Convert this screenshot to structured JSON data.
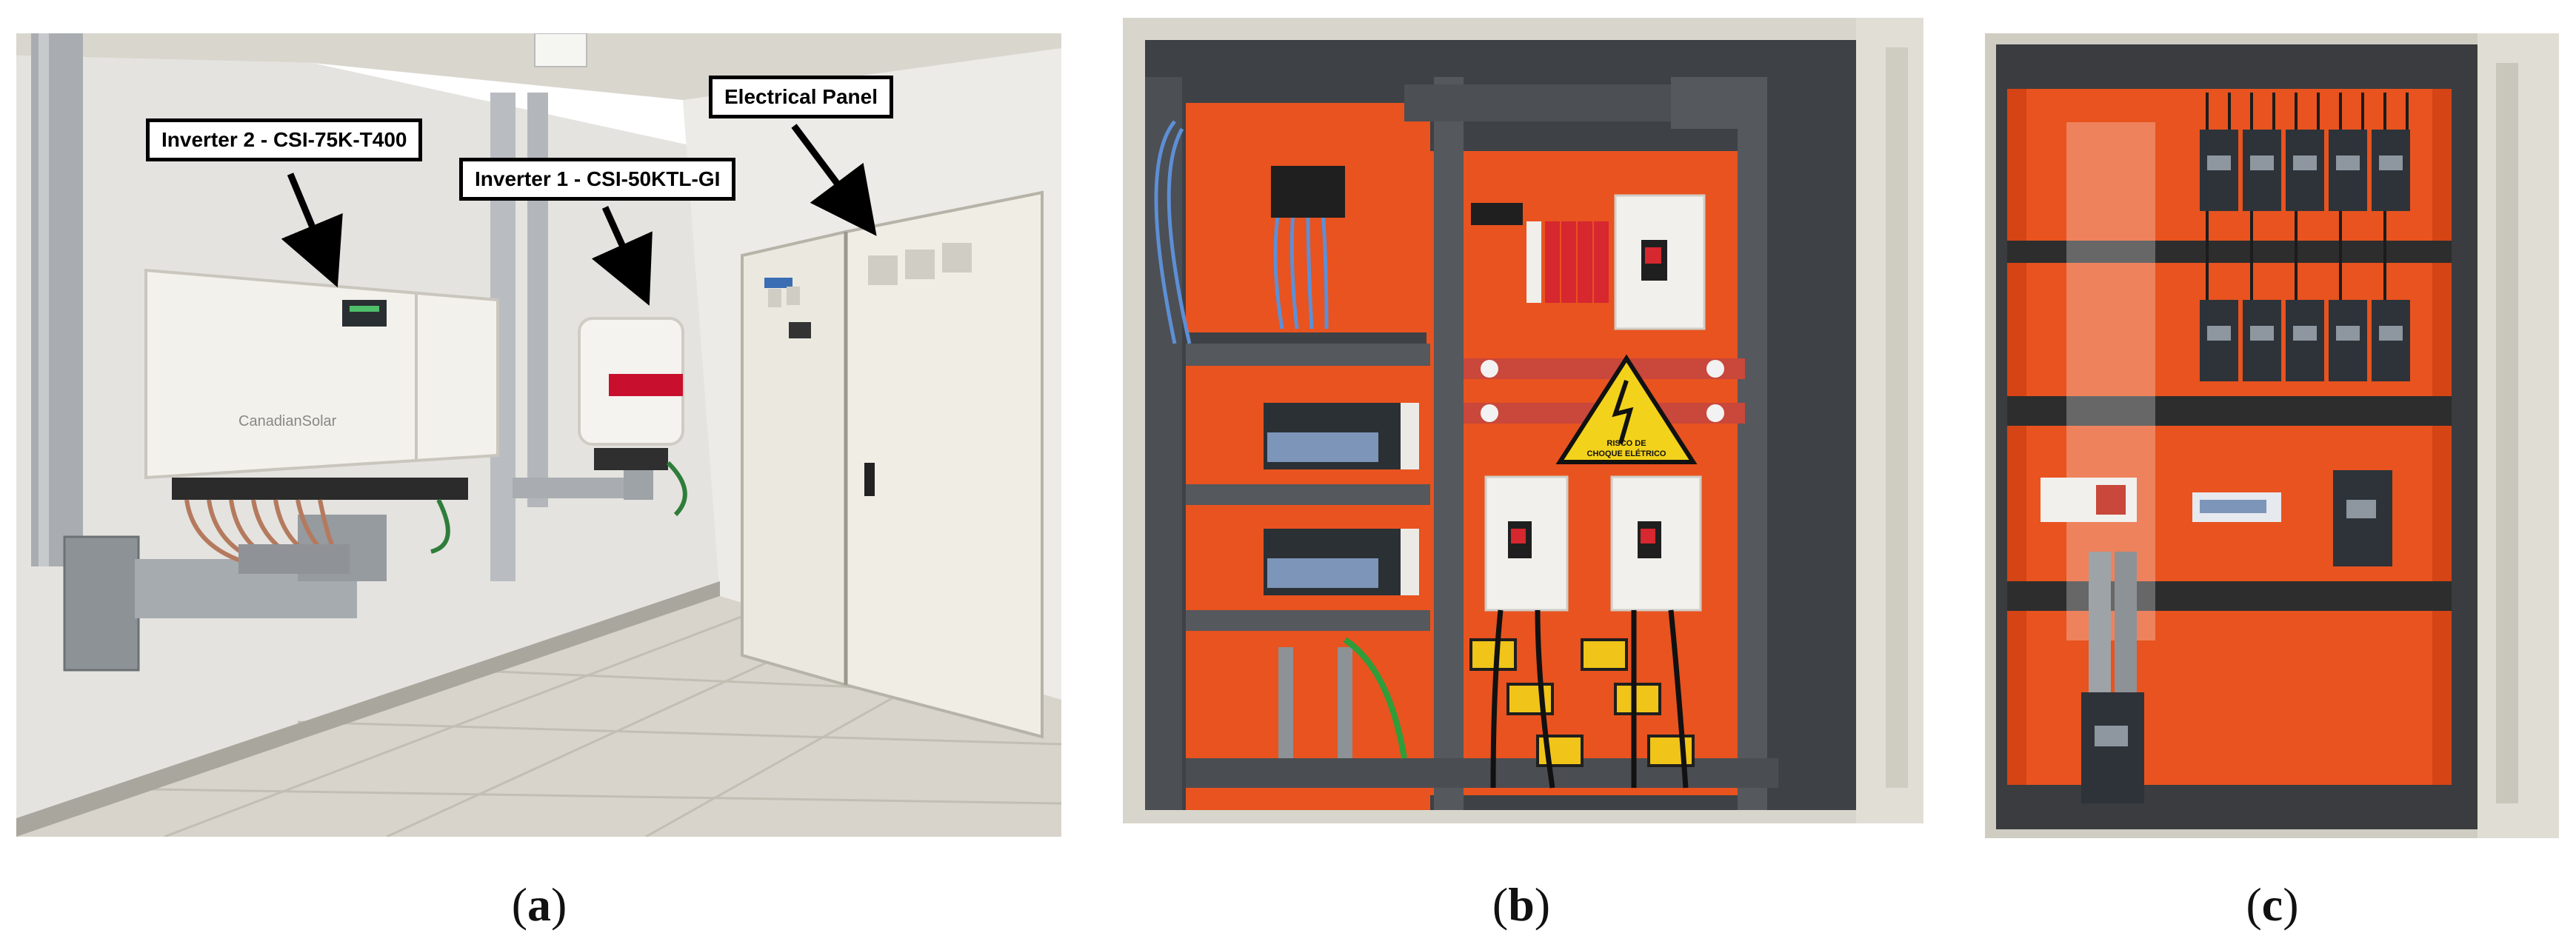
{
  "figure": {
    "panels": [
      {
        "id": "a",
        "caption_open": "(",
        "caption_letter": "a",
        "caption_close": ")",
        "callouts": [
          {
            "label": "Inverter 2 - CSI-75K-T400"
          },
          {
            "label": "Inverter 1 - CSI-50KTL-GI"
          },
          {
            "label": "Electrical Panel"
          }
        ],
        "inverter_brand": "CanadianSolar"
      },
      {
        "id": "b",
        "caption_open": "(",
        "caption_letter": "b",
        "caption_close": ")",
        "warning_sign": {
          "line1": "RISCO DE",
          "line2": "CHOQUE ELÉTRICO"
        }
      },
      {
        "id": "c",
        "caption_open": "(",
        "caption_letter": "c",
        "caption_close": ")"
      }
    ]
  },
  "colors": {
    "panel_orange": "#e8531f",
    "cabinet_grey": "#e3e0d6",
    "rail_grey": "#55585c",
    "warning_yellow": "#f2d21b",
    "breaker_white": "#f1f0ec",
    "breaker_dark": "#2d3339"
  }
}
